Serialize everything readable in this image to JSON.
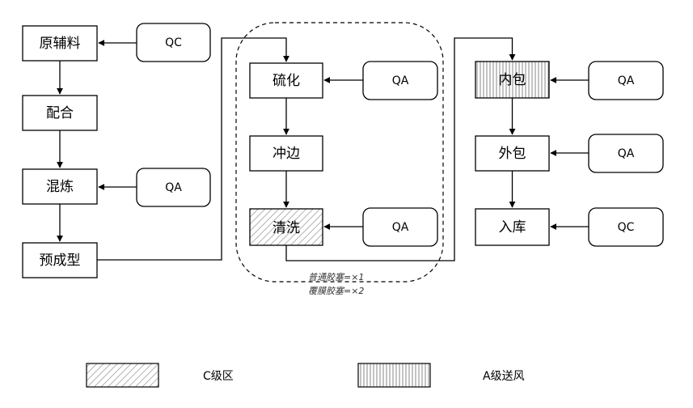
{
  "steps": {
    "raw_material": "原辅料",
    "compounding": "配合",
    "mixing": "混炼",
    "preforming": "预成型",
    "vulcanization": "硫化",
    "trimming": "冲边",
    "washing": "清洗",
    "inner_packing": "内包",
    "outer_packing": "外包",
    "storage": "入库"
  },
  "checks": {
    "raw_material": "QC",
    "mixing": "QA",
    "vulcanization": "QA",
    "washing": "QA",
    "inner_packing": "QA",
    "outer_packing": "QA",
    "storage": "QC"
  },
  "notes": {
    "line1": "普通胶塞=×1",
    "line2": "覆膜胶塞=×2"
  },
  "legend": {
    "c_zone": "C级区",
    "a_zone": "A级送风"
  },
  "colors": {
    "stroke": "#000000",
    "hatch": "#7a7a7a"
  }
}
